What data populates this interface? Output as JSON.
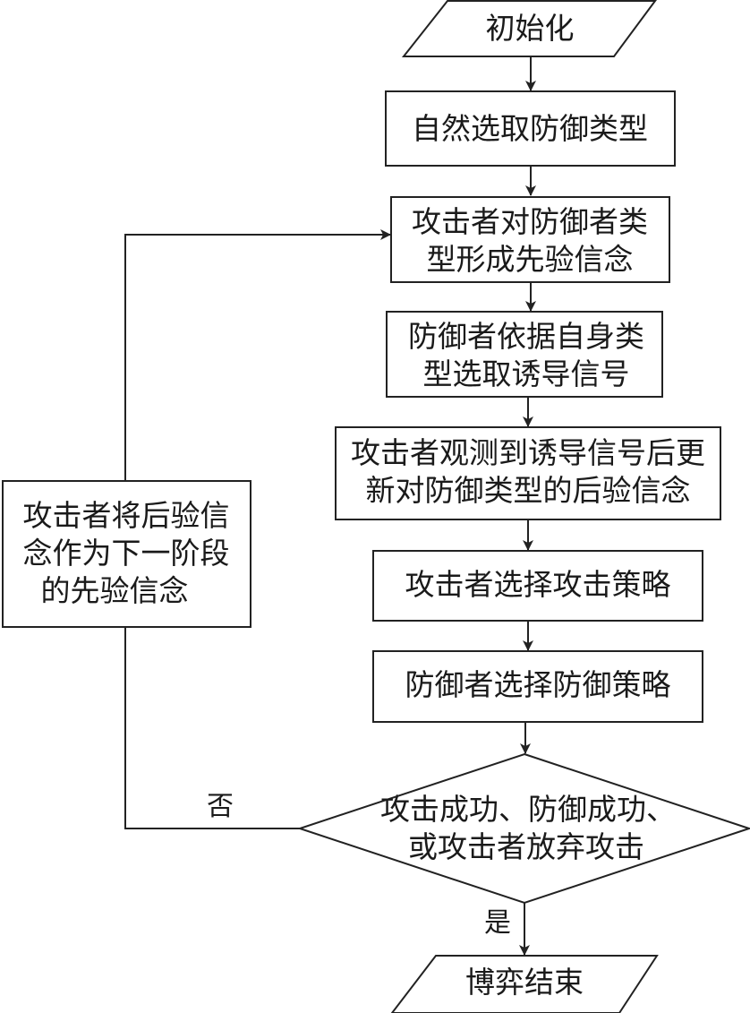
{
  "flowchart": {
    "start": "初始化",
    "step1": "自然选取防御类型",
    "step2": [
      "攻击者对防御者类",
      "型形成先验信念"
    ],
    "step3": [
      "防御者依据自身类",
      "型选取诱导信号"
    ],
    "step4": [
      "攻击者观测到诱导信号后更",
      "新对防御类型的后验信念"
    ],
    "step5": "攻击者选择攻击策略",
    "step6": "防御者选择防御策略",
    "decision": [
      "攻击成功、防御成功、",
      "或攻击者放弃攻击"
    ],
    "loop_box": [
      "攻击者将后验信",
      "念作为下一阶段",
      "的先验信念"
    ],
    "no_label": "否",
    "yes_label": "是",
    "end": "博弈结束"
  }
}
